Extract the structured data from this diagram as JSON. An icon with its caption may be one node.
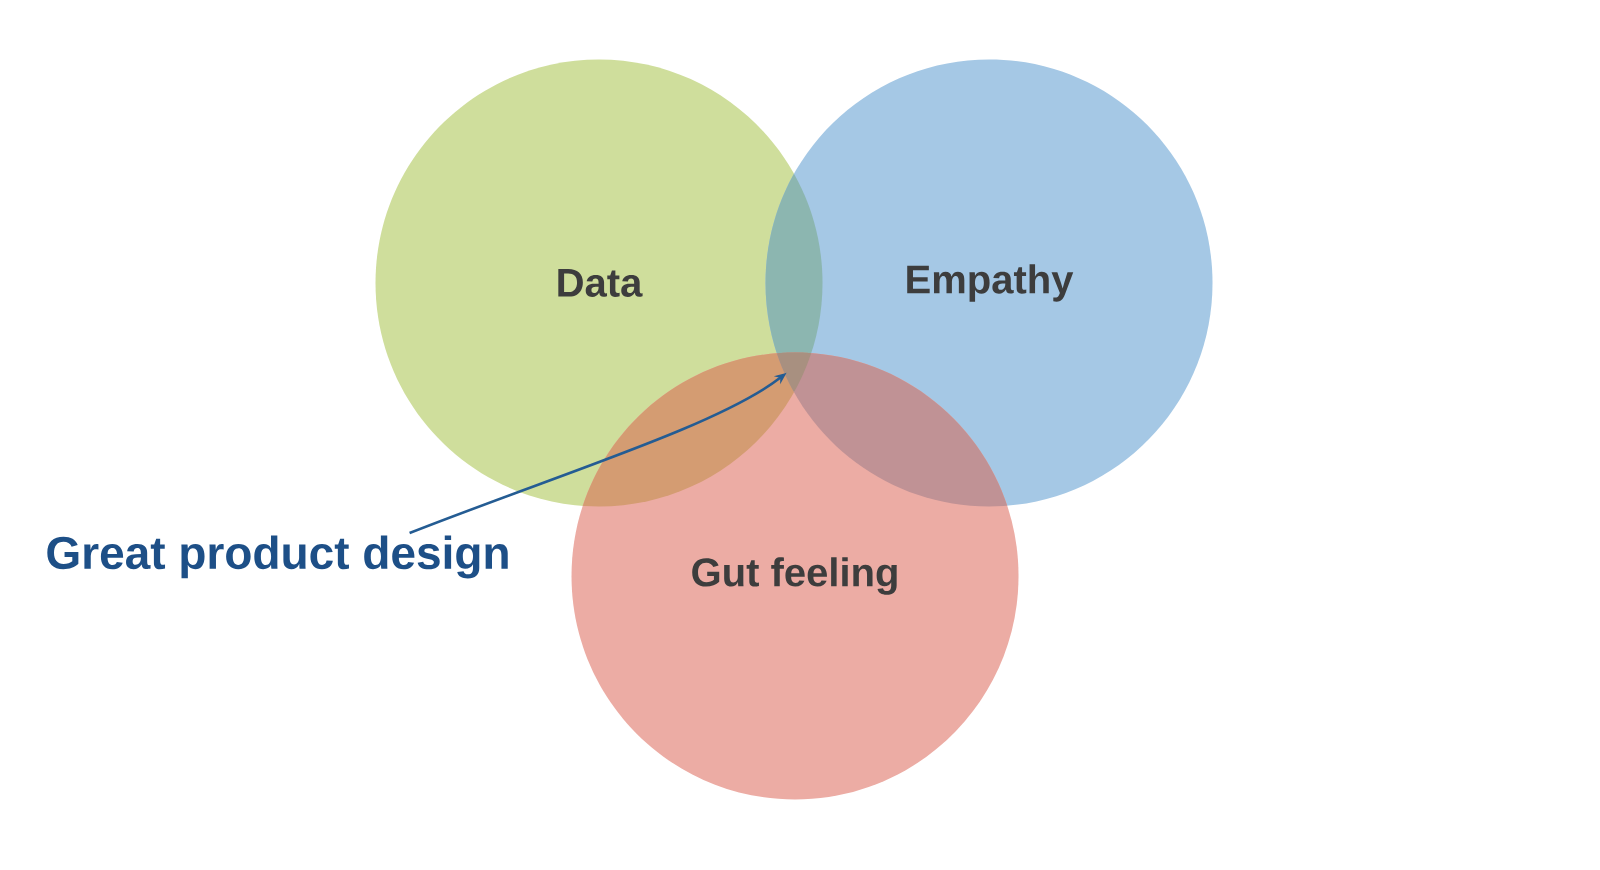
{
  "diagram": {
    "nodes": [
      {
        "text": [
          "Data"
        ]
      },
      {
        "text": [
          "Empathy"
        ]
      },
      {
        "text": [
          "Gut feeling"
        ]
      },
      {
        "text": [
          "Great product design"
        ]
      },
      {
        "text": [],
        "shape": "overlap"
      }
    ],
    "edges": [
      {
        "from": 3,
        "to": 4,
        "arrow": "to"
      }
    ]
  }
}
